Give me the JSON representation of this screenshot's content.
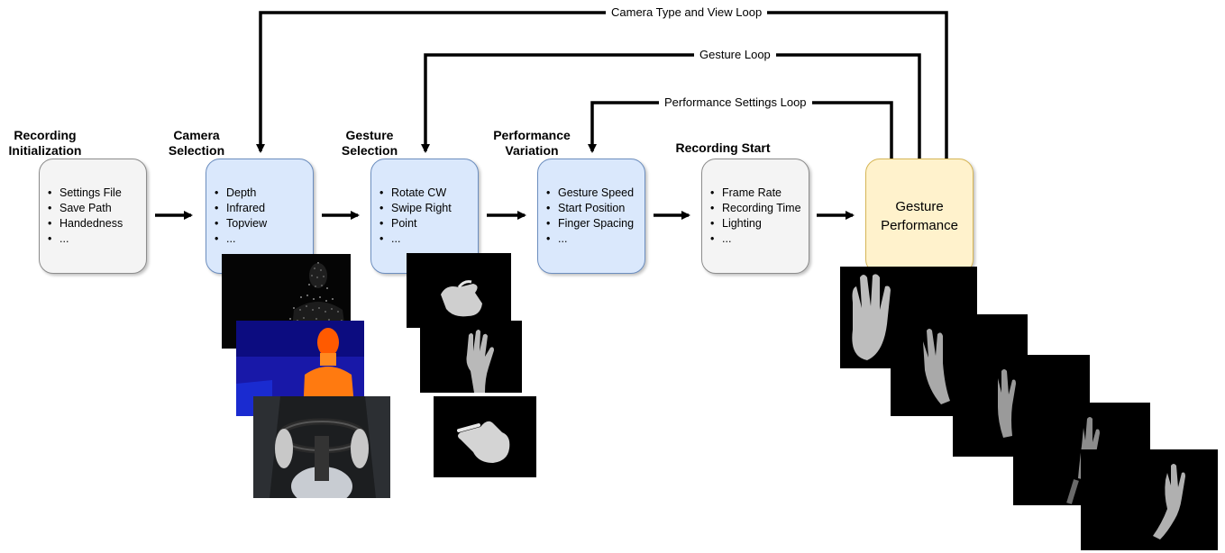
{
  "loops": {
    "camera": "Camera Type and View Loop",
    "gesture": "Gesture Loop",
    "performance": "Performance Settings Loop"
  },
  "stages": [
    {
      "title_line1": "Recording",
      "title_line2": "Initialization",
      "items": [
        "Settings File",
        "Save Path",
        "Handedness",
        "..."
      ]
    },
    {
      "title_line1": "Camera",
      "title_line2": "Selection",
      "items": [
        "Depth",
        "Infrared",
        "Topview",
        "..."
      ]
    },
    {
      "title_line1": "Gesture",
      "title_line2": "Selection",
      "items": [
        "Rotate CW",
        "Swipe Right",
        "Point",
        "..."
      ]
    },
    {
      "title_line1": "Performance",
      "title_line2": "Variation",
      "items": [
        "Gesture Speed",
        "Start Position",
        "Finger Spacing",
        "..."
      ]
    },
    {
      "title_line1": "Recording Start",
      "title_line2": "",
      "items": [
        "Frame Rate",
        "Recording Time",
        "Lighting",
        "..."
      ]
    }
  ],
  "final_stage": {
    "line1": "Gesture",
    "line2": "Performance"
  },
  "colors": {
    "grey_box": "#f4f4f4",
    "blue_box": "#dae8fc",
    "yellow_box": "#fff2cc",
    "thermal_bg": "#1a1aa0",
    "thermal_body": "#ff6a00"
  },
  "images": {
    "camera_examples": [
      "depth-point-cloud",
      "thermal-infrared",
      "topview-grayscale"
    ],
    "gesture_examples": [
      "rotate-hand",
      "swipe-hand",
      "point-hand"
    ],
    "performance_frames": [
      "frame-1",
      "frame-2",
      "frame-3",
      "frame-4",
      "frame-5"
    ]
  }
}
